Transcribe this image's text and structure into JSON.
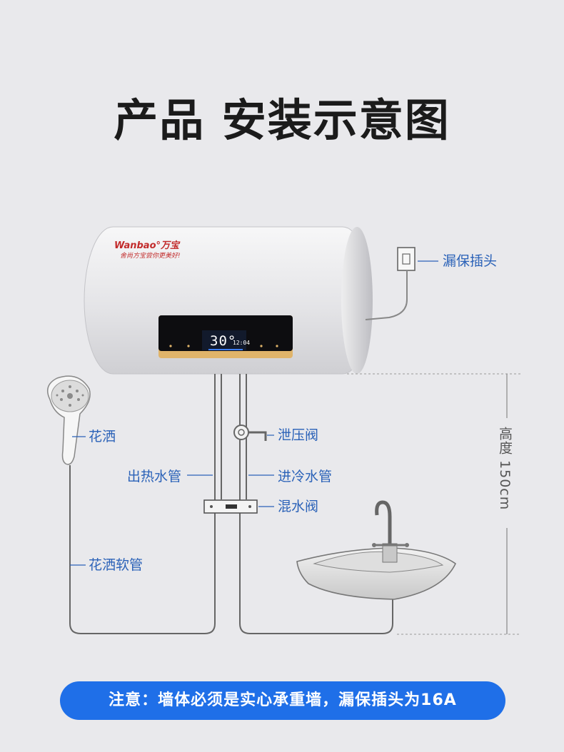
{
  "title": "产品 安装示意图",
  "heater": {
    "brand": "Wanbao°万宝",
    "slogan": "舍尚方宝尝你更美好!",
    "temperature": "30°",
    "clock": "12:04"
  },
  "labels": {
    "plug": "漏保插头",
    "shower": "花洒",
    "relief_valve": "泄压阀",
    "hot_pipe": "出热水管",
    "cold_pipe": "进冷水管",
    "mixing_valve": "混水阀",
    "hose": "花洒软管",
    "height": "高度 150cm"
  },
  "notice": "注意：墙体必须是实心承重墙，漏保插头为16A",
  "colors": {
    "background": "#e9e9ec",
    "label": "#2b62b8",
    "notice_bg": "#1f6fe8",
    "brand": "#c22b2b",
    "accent_gold": "#d9a75a"
  }
}
